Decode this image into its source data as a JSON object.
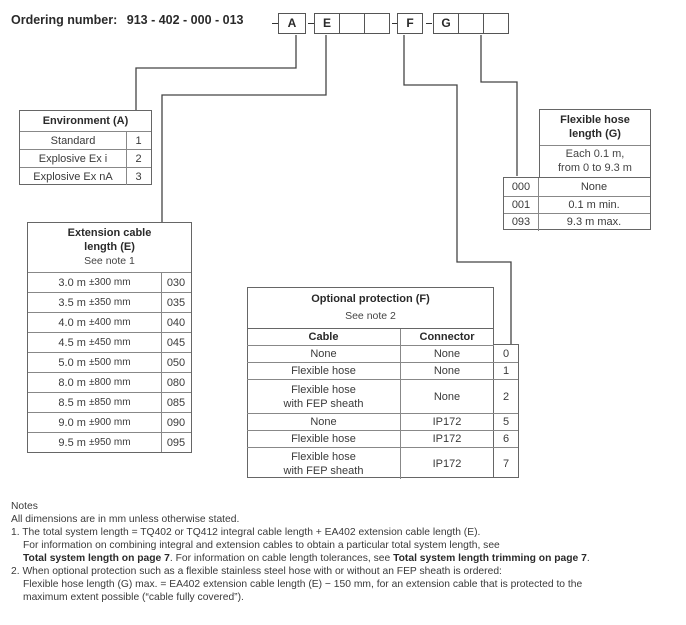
{
  "ordering": {
    "label": "Ordering number:",
    "base": "913 - 402 - 000 - 013",
    "cells": [
      "A",
      "E",
      "",
      "",
      "F",
      "G",
      "",
      ""
    ]
  },
  "environment": {
    "title": "Environment (A)",
    "rows": [
      {
        "name": "Standard",
        "code": "1"
      },
      {
        "name": "Explosive Ex i",
        "code": "2"
      },
      {
        "name": "Explosive Ex nA",
        "code": "3"
      }
    ]
  },
  "extension": {
    "title1": "Extension cable",
    "title2": "length (E)",
    "note": "See note 1",
    "rows": [
      {
        "length": "3.0 m",
        "tol": "±300 mm",
        "code": "030"
      },
      {
        "length": "3.5 m",
        "tol": "±350 mm",
        "code": "035"
      },
      {
        "length": "4.0 m",
        "tol": "±400 mm",
        "code": "040"
      },
      {
        "length": "4.5 m",
        "tol": "±450 mm",
        "code": "045"
      },
      {
        "length": "5.0 m",
        "tol": "±500 mm",
        "code": "050"
      },
      {
        "length": "8.0 m",
        "tol": "±800 mm",
        "code": "080"
      },
      {
        "length": "8.5 m",
        "tol": "±850 mm",
        "code": "085"
      },
      {
        "length": "9.0 m",
        "tol": "±900 mm",
        "code": "090"
      },
      {
        "length": "9.5 m",
        "tol": "±950 mm",
        "code": "095"
      }
    ]
  },
  "protection": {
    "title": "Optional protection (F)",
    "note": "See note 2",
    "col_cable": "Cable",
    "col_connector": "Connector",
    "rows": [
      {
        "cable": "None",
        "connector": "None",
        "code": "0"
      },
      {
        "cable": "Flexible hose",
        "connector": "None",
        "code": "1"
      },
      {
        "cable": "Flexible hose\nwith FEP sheath",
        "connector": "None",
        "code": "2"
      },
      {
        "cable": "None",
        "connector": "IP172",
        "code": "5"
      },
      {
        "cable": "Flexible hose",
        "connector": "IP172",
        "code": "6"
      },
      {
        "cable": "Flexible hose\nwith FEP sheath",
        "connector": "IP172",
        "code": "7"
      }
    ]
  },
  "hose": {
    "title1": "Flexible hose",
    "title2": "length (G)",
    "desc1": "Each 0.1 m,",
    "desc2": "from 0 to 9.3 m",
    "rows": [
      {
        "code": "000",
        "value": "None"
      },
      {
        "code": "001",
        "value": "0.1 m min."
      },
      {
        "code": "093",
        "value": "9.3 m max."
      }
    ]
  },
  "notes": {
    "heading": "Notes",
    "line0": "All dimensions are in mm unless otherwise stated.",
    "n1_a": "1. The total system length = TQ402 or TQ412 integral cable length + EA402 extension cable length (E).",
    "n1_b": "For information on combining integral and extension cables to obtain a particular total system length, see",
    "n1_c_bold": "Total system length on page 7",
    "n1_c_mid": ". For information on cable length tolerances, see ",
    "n1_c_bold2": "Total system length trimming on page 7",
    "n1_c_end": ".",
    "n2_a": "2. When optional protection such as a flexible stainless steel hose with or without an FEP sheath is ordered:",
    "n2_b": "Flexible hose length (G) max. = EA402 extension cable length (E) − 150 mm, for an extension cable that is protected to the",
    "n2_c": "maximum extent possible (“cable fully covered”)."
  }
}
